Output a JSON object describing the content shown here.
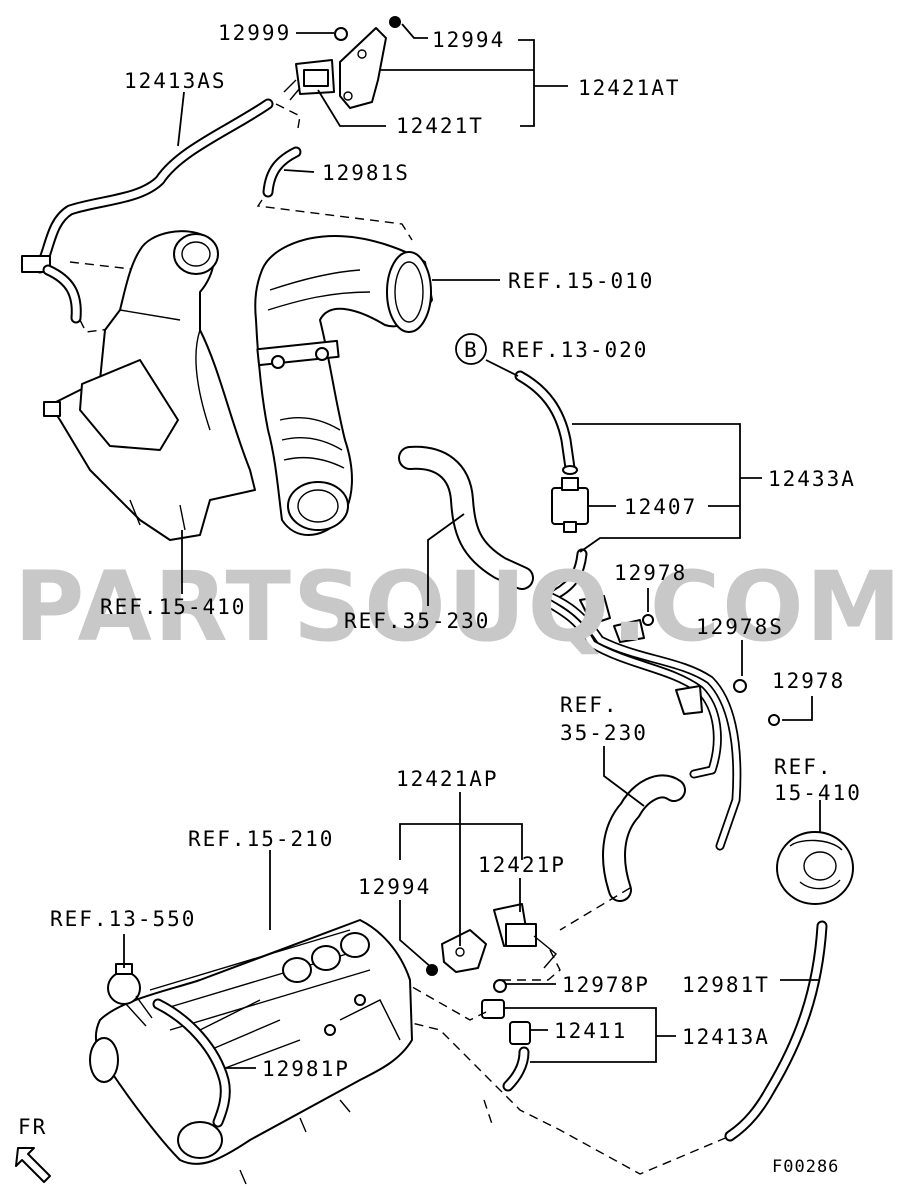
{
  "diagram": {
    "watermark": "PARTSOUQ.COM",
    "figure_code": "F00286",
    "direction_marker": "FR",
    "circle_ref_letter": "B",
    "labels": {
      "p12999": "12999",
      "p12994_top": "12994",
      "p12413AS": "12413AS",
      "p12421AT": "12421AT",
      "p12421T": "12421T",
      "p12981S": "12981S",
      "ref_15_010": "REF.15-010",
      "ref_13_020": "REF.13-020",
      "p12433A": "12433A",
      "p12407": "12407",
      "ref_15_410_left": "REF.15-410",
      "ref_35_230_left": "REF.35-230",
      "p12978_a": "12978",
      "p12978S": "12978S",
      "p12978_b": "12978",
      "ref_35_230_right_1": "REF.",
      "ref_35_230_right_2": "35-230",
      "p12421AP": "12421AP",
      "ref_15_410_right_1": "REF.",
      "ref_15_410_right_2": "15-410",
      "ref_15_210": "REF.15-210",
      "p12994_bottom": "12994",
      "p12421P": "12421P",
      "ref_13_550": "REF.13-550",
      "p12978P": "12978P",
      "p12981T": "12981T",
      "p12411": "12411",
      "p12413A": "12413A",
      "p12981P": "12981P"
    }
  }
}
